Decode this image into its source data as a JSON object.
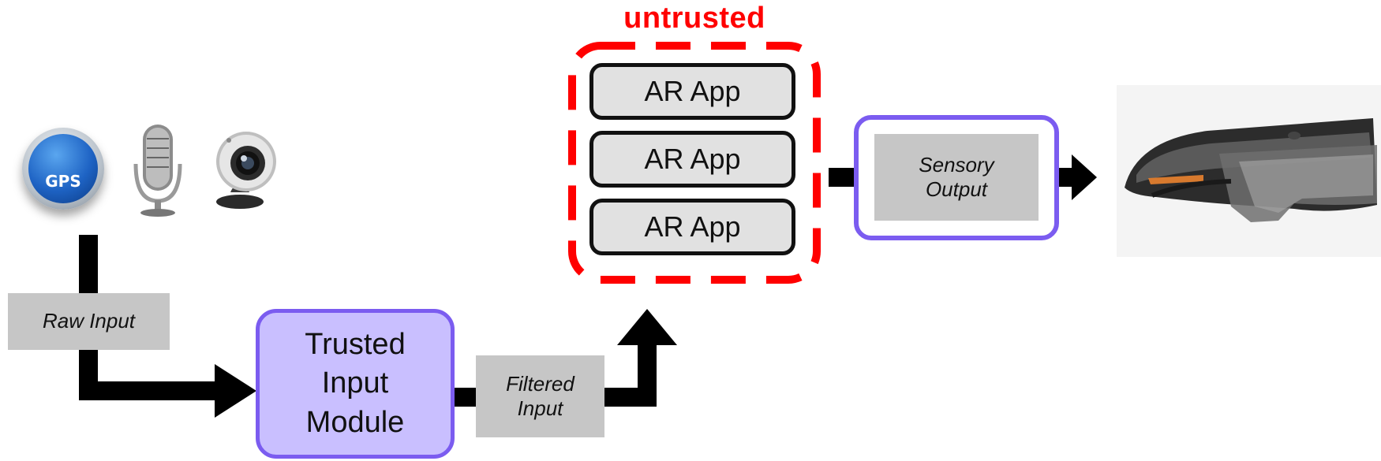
{
  "diagram": {
    "untrusted_label": "untrusted",
    "apps": [
      "AR App",
      "AR App",
      "AR App"
    ],
    "sensory_output": [
      "Sensory",
      "Output"
    ],
    "raw_input": "Raw Input",
    "trusted_module": [
      "Trusted",
      "Input",
      "Module"
    ],
    "filtered_input": [
      "Filtered",
      "Input"
    ],
    "gps_label": "GPS",
    "icons": [
      "gps-icon",
      "microphone-icon",
      "webcam-icon",
      "ar-headset-icon"
    ],
    "colors": {
      "untrusted": "#ff0000",
      "module_border": "#7b5cf0",
      "module_fill": "#c9bfff",
      "app_fill": "#e1e1e1",
      "label_fill": "#c6c6c6",
      "arrow": "#000000"
    }
  }
}
